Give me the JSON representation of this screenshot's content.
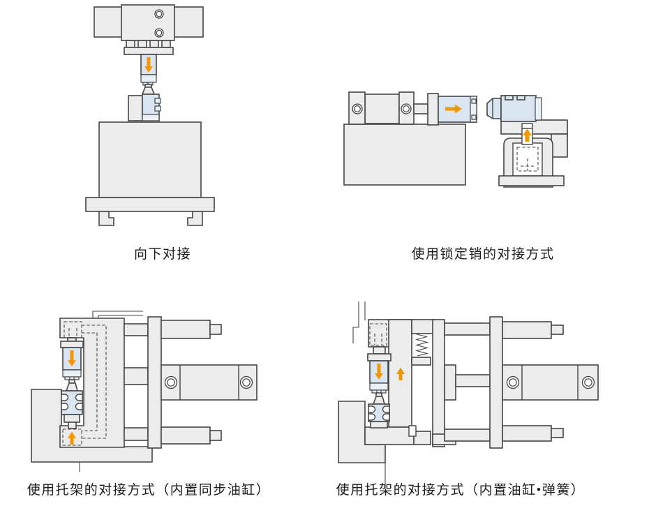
{
  "page": {
    "background": "#ffffff"
  },
  "colors": {
    "part_fill": "#ececec",
    "part_stroke": "#454545",
    "cylinder_fill": "#d9e5f0",
    "cylinder_fill_light": "#e9f1f7",
    "arrow_orange": "#f39800",
    "text": "#1c1c1c"
  },
  "figures": [
    {
      "id": "downward-docking",
      "caption": "向下对接",
      "arrows": [
        "down"
      ]
    },
    {
      "id": "locking-pin-docking",
      "caption": "使用锁定销的对接方式",
      "arrows": [
        "right",
        "up"
      ]
    },
    {
      "id": "bracket-docking-sync-cylinder",
      "caption": "使用托架的对接方式（内置同步油缸）",
      "arrows": [
        "down",
        "up"
      ]
    },
    {
      "id": "bracket-docking-cylinder-spring",
      "caption": "使用托架的对接方式（内置油缸•弹簧）",
      "arrows": [
        "down",
        "up"
      ]
    }
  ]
}
